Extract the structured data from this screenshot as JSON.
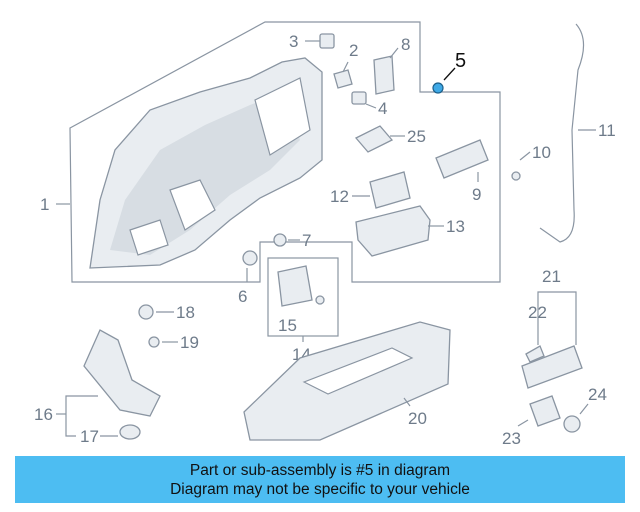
{
  "diagram": {
    "callouts": {
      "c1": "1",
      "c2": "2",
      "c3": "3",
      "c4": "4",
      "c5": "5",
      "c6": "6",
      "c7": "7",
      "c8": "8",
      "c9": "9",
      "c10": "10",
      "c11": "11",
      "c12": "12",
      "c13": "13",
      "c14": "14",
      "c15": "15",
      "c16": "16",
      "c17": "17",
      "c18": "18",
      "c19": "19",
      "c20": "20",
      "c21": "21",
      "c22": "22",
      "c23": "23",
      "c24": "24",
      "c25": "25"
    },
    "highlight_part": "5",
    "highlight_color": "#3fa9e6",
    "line_color": "#8a95a2"
  },
  "banner": {
    "line1": "Part or sub-assembly is #5 in diagram",
    "line2": "Diagram may not be specific to your vehicle",
    "background": "#4dbdf2"
  }
}
